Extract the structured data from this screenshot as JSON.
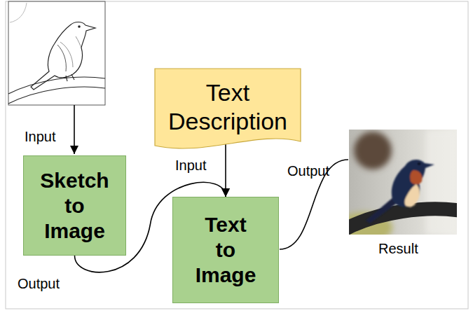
{
  "diagram": {
    "nodes": [
      {
        "text": [
          "Sketch to Image"
        ]
      },
      {
        "text": [
          "Text Description"
        ]
      },
      {
        "text": [
          "Text to Image"
        ]
      }
    ],
    "edges": [
      {
        "from": 0,
        "to": 2,
        "arrow": "to"
      },
      {
        "from": 1,
        "to": 2,
        "arrow": "to"
      }
    ],
    "labels": [
      "Input",
      "Input",
      "Output",
      "Output",
      "Result"
    ]
  }
}
